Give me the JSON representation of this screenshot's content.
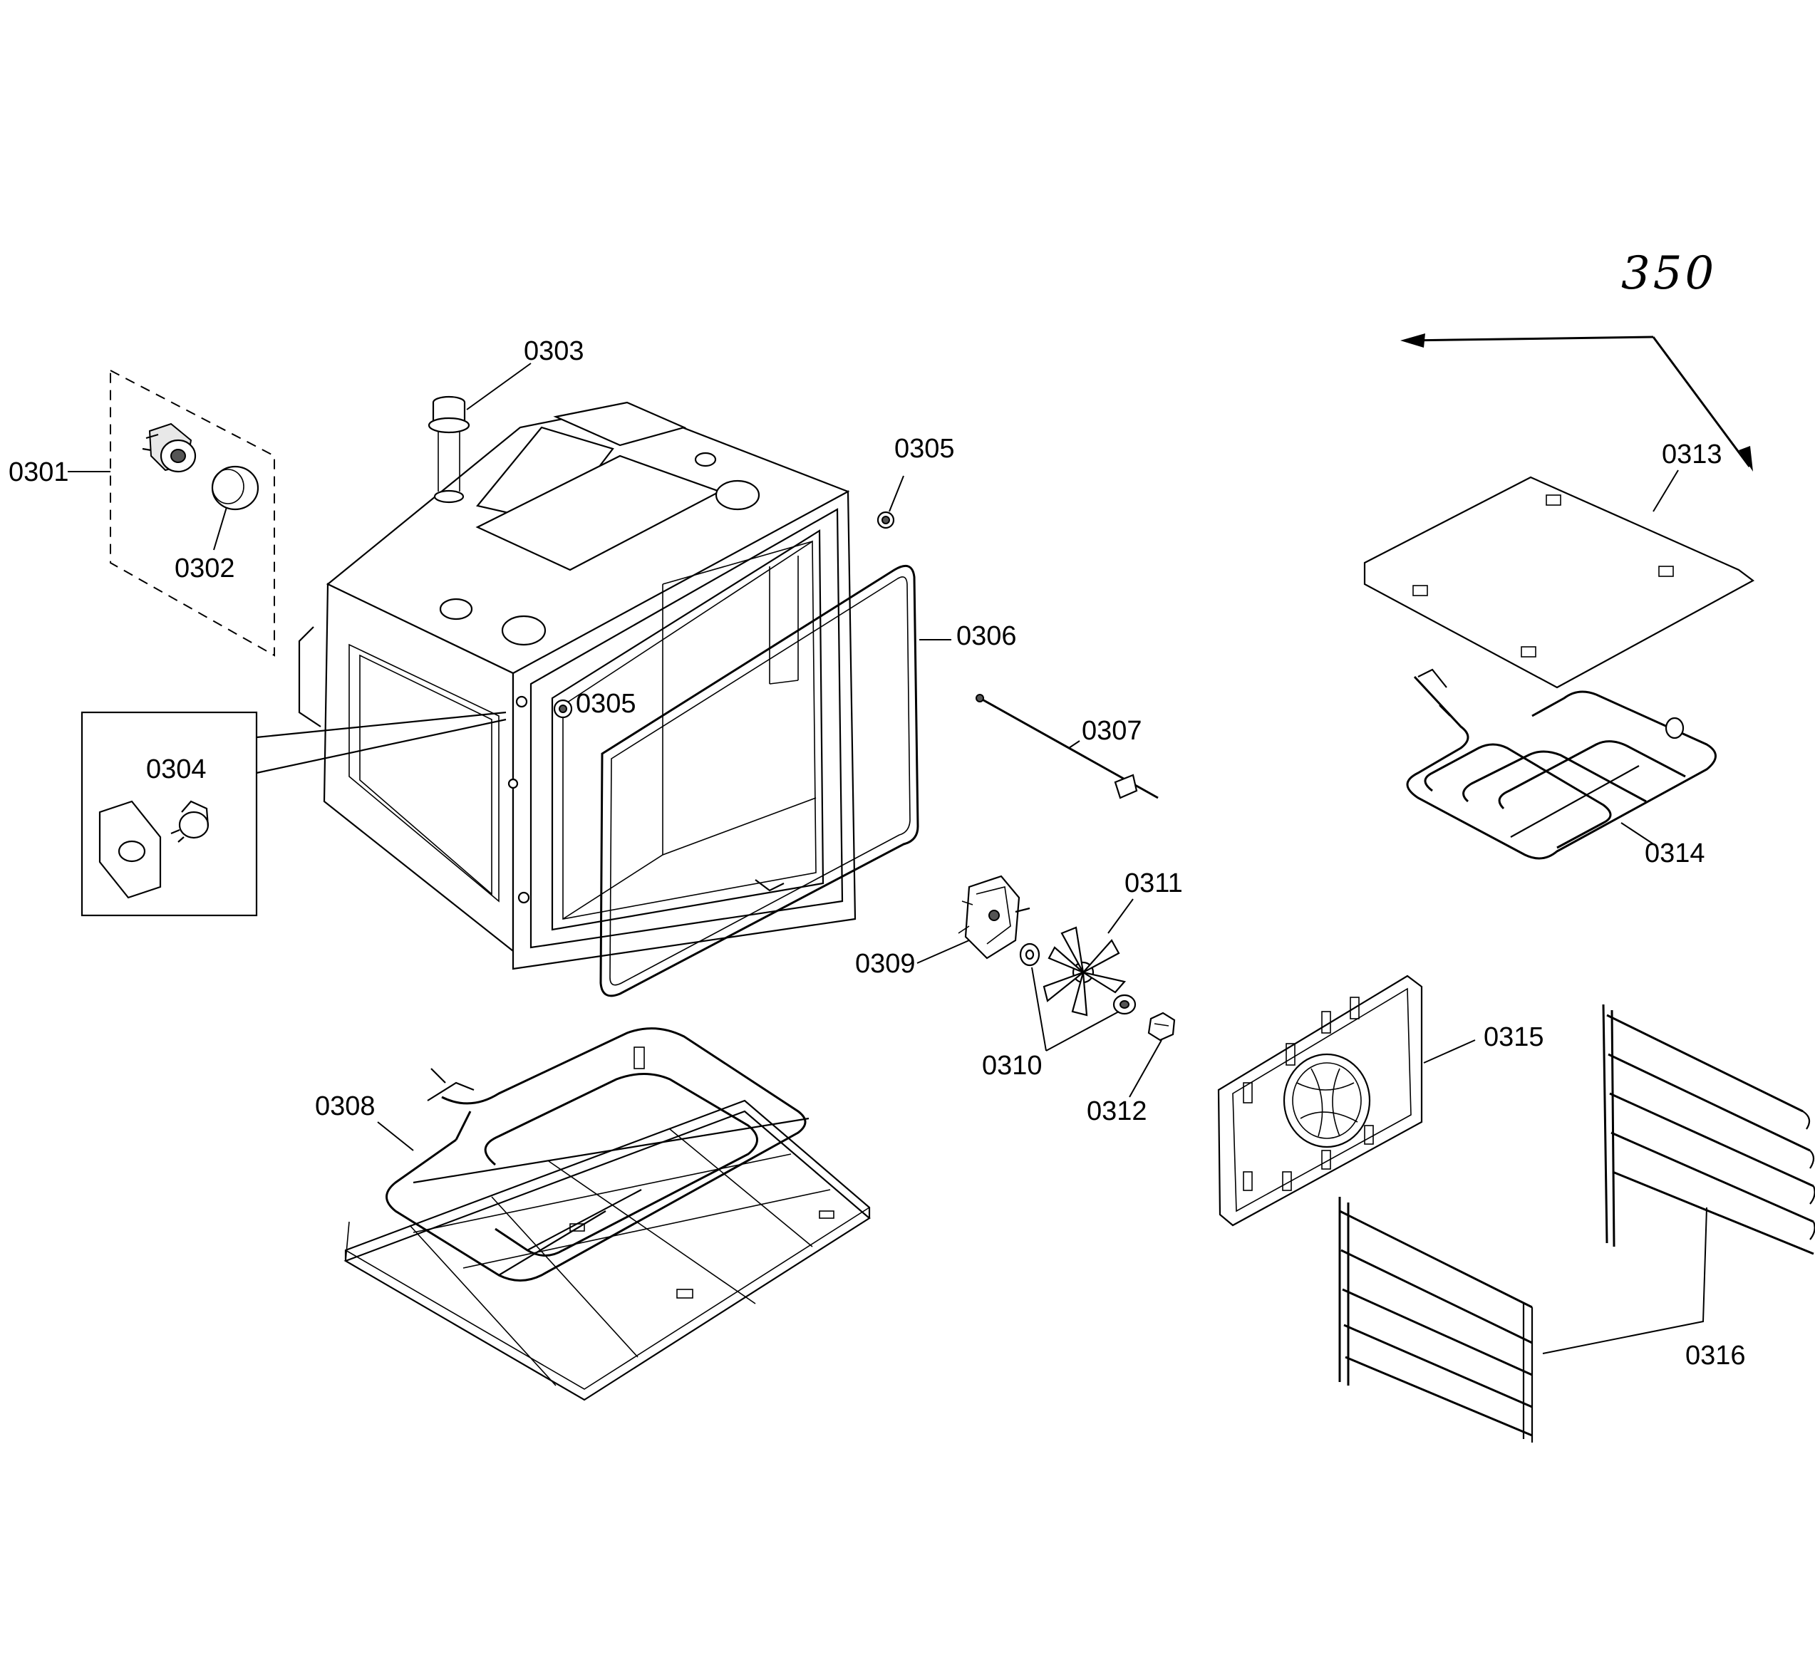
{
  "figure_ref": "350",
  "parts": [
    {
      "id": "0301"
    },
    {
      "id": "0302"
    },
    {
      "id": "0303"
    },
    {
      "id": "0304"
    },
    {
      "id": "0305"
    },
    {
      "id": "0305b",
      "label": "0305"
    },
    {
      "id": "0306"
    },
    {
      "id": "0307"
    },
    {
      "id": "0308"
    },
    {
      "id": "0309"
    },
    {
      "id": "0310"
    },
    {
      "id": "0311"
    },
    {
      "id": "0312"
    },
    {
      "id": "0313"
    },
    {
      "id": "0314"
    },
    {
      "id": "0315"
    },
    {
      "id": "0316"
    }
  ],
  "labels": {
    "p0301": "0301",
    "p0302": "0302",
    "p0303": "0303",
    "p0304": "0304",
    "p0305": "0305",
    "p0305b": "0305",
    "p0306": "0306",
    "p0307": "0307",
    "p0308": "0308",
    "p0309": "0309",
    "p0310": "0310",
    "p0311": "0311",
    "p0312": "0312",
    "p0313": "0313",
    "p0314": "0314",
    "p0315": "0315",
    "p0316": "0316"
  }
}
